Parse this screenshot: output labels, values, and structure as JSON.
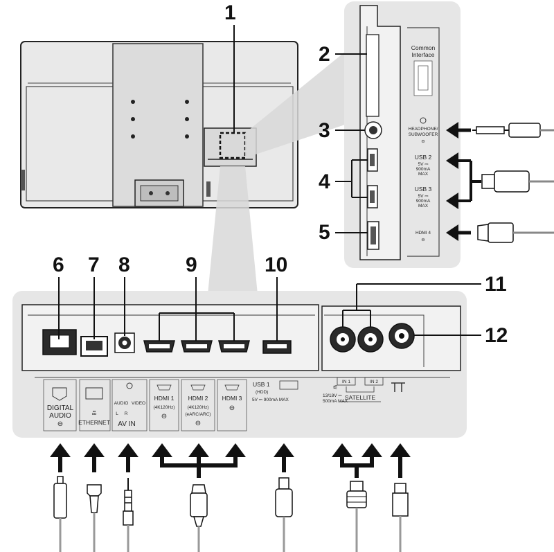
{
  "callouts": {
    "c1": "1",
    "c2": "2",
    "c3": "3",
    "c4": "4",
    "c5": "5",
    "c6": "6",
    "c7": "7",
    "c8": "8",
    "c9": "9",
    "c10": "10",
    "c11": "11",
    "c12": "12"
  },
  "side_panel": {
    "ci_line1": "Common",
    "ci_line2": "Interface",
    "headphone_line1": "HEADPHONE/",
    "headphone_line2": "SUBWOOFER",
    "usb2": "USB 2",
    "usb2_spec1": "5V ⎓",
    "usb2_spec2": "900mA",
    "usb2_spec3": "MAX",
    "usb3": "USB 3",
    "usb3_spec1": "5V ⎓",
    "usb3_spec2": "900mA",
    "usb3_spec3": "MAX",
    "hdmi4": "HDMI 4"
  },
  "bottom_panel": {
    "digital_audio_1": "DIGITAL",
    "digital_audio_2": "AUDIO",
    "ethernet": "ETHERNET",
    "audio": "AUDIO",
    "video": "VIDEO",
    "l": "L",
    "r": "R",
    "av_in": "AV IN",
    "hdmi1": "HDMI 1",
    "hdmi1_sub": "(4K120Hz)",
    "hdmi2": "HDMI 2",
    "hdmi2_sub1": "(4K120Hz)",
    "hdmi2_sub2": "(eARC/ARC)",
    "hdmi3": "HDMI 3",
    "usb1": "USB 1",
    "usb1_sub": "(HDD)",
    "usb1_spec": "5V ⎓ 900mA MAX",
    "sat_spec1": "13/18V ⎓",
    "sat_spec2": "500mA MAX",
    "in1": "IN 1",
    "in2": "IN 2",
    "satellite": "SATELLITE"
  },
  "colors": {
    "panel": "#e6e6e6",
    "dark": "#2a2a2a",
    "line": "#222222",
    "mid": "#cfcfcf"
  }
}
